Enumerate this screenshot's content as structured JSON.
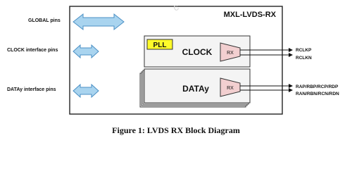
{
  "title": "MXL-LVDS-RX",
  "ports": {
    "global": "GLOBAL pins",
    "clock_if": "CLOCK interface pins",
    "data_if": "DATAy interface pins"
  },
  "pll_label": "PLL",
  "clock_block": {
    "label": "CLOCK",
    "rx": "RX",
    "out1": "RCLKP",
    "out2": "RCLKN"
  },
  "data_block": {
    "label": "DATAy",
    "rx": "RX",
    "out1": "RAP/RBP/RCP/RDP",
    "out2": "RAN/RBN/RCN/RDN"
  },
  "caption": "Figure 1: LVDS RX Block Diagram",
  "watermark": "c",
  "colors": {
    "arrow_fill": "#a9d4ef",
    "arrow_stroke": "#4a8fc4",
    "pll_fill": "#fffb2a",
    "rx_fill": "#f2cfd0",
    "block_fill": "#f4f4f4"
  }
}
